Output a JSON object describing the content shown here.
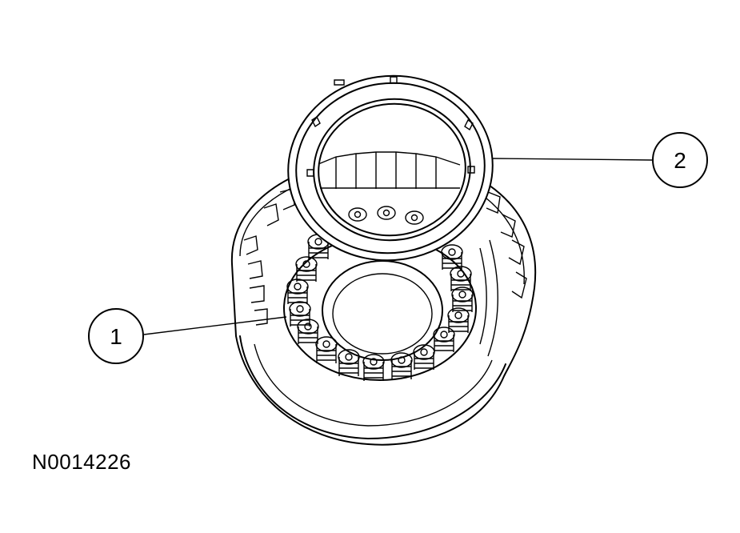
{
  "callouts": [
    {
      "id": "1",
      "label": "1"
    },
    {
      "id": "2",
      "label": "2"
    }
  ],
  "figure_id": "N0014226"
}
